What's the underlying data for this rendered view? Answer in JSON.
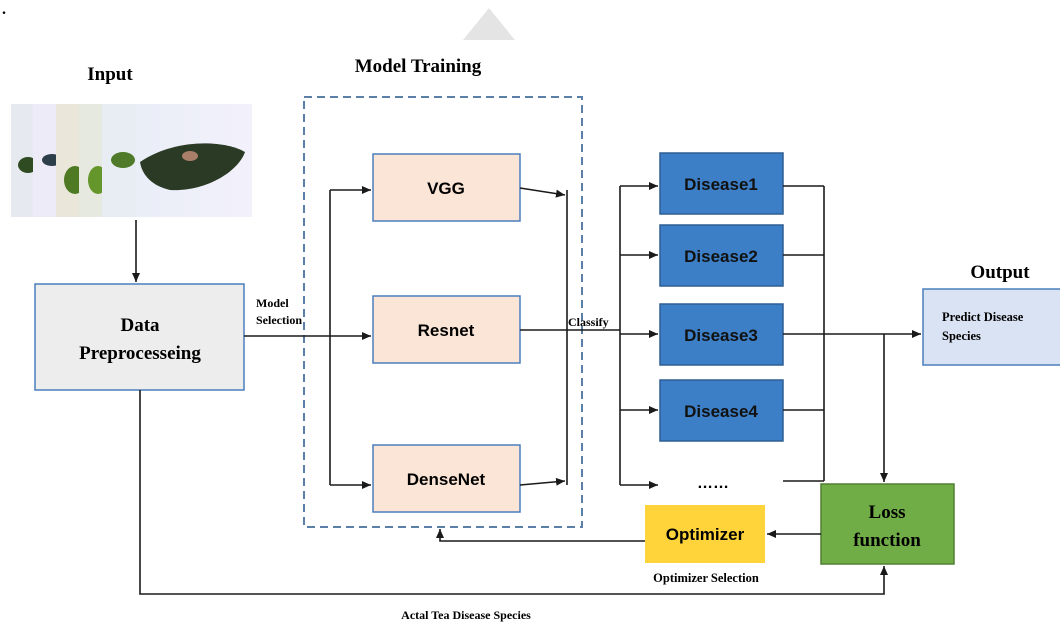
{
  "stray_mark": ".",
  "input": {
    "title": "Input"
  },
  "data_preprocessing": {
    "line1": "Data",
    "line2": "Preprocesseing"
  },
  "model_selection": {
    "line1": "Model",
    "line2": "Selection"
  },
  "model_training": {
    "title": "Model Training",
    "models": [
      "VGG",
      "Resnet",
      "DenseNet"
    ]
  },
  "classify_label": "Classify",
  "diseases": [
    "Disease1",
    "Disease2",
    "Disease3",
    "Disease4"
  ],
  "more_diseases": "……",
  "output": {
    "title": "Output",
    "line1": "Predict Disease",
    "line2": "Species"
  },
  "loss_function": {
    "line1": "Loss",
    "line2": "function"
  },
  "optimizer": {
    "label": "Optimizer",
    "caption": "Optimizer Selection"
  },
  "bottom_caption": "Actal Tea Disease Species",
  "colors": {
    "model_fill": "#fbe5d6",
    "model_stroke": "#4a7ebb",
    "disease_fill": "#3c7fc6",
    "disease_stroke": "#2f5f94",
    "preprocess_fill": "#ededed",
    "preprocess_stroke": "#4a7ebb",
    "output_fill": "#dae3f3",
    "loss_fill": "#70ad47",
    "loss_stroke": "#507e32",
    "optimizer_fill": "#ffd43b",
    "dashed_border": "#5b7fa6",
    "arrow": "#1a1a1a"
  }
}
